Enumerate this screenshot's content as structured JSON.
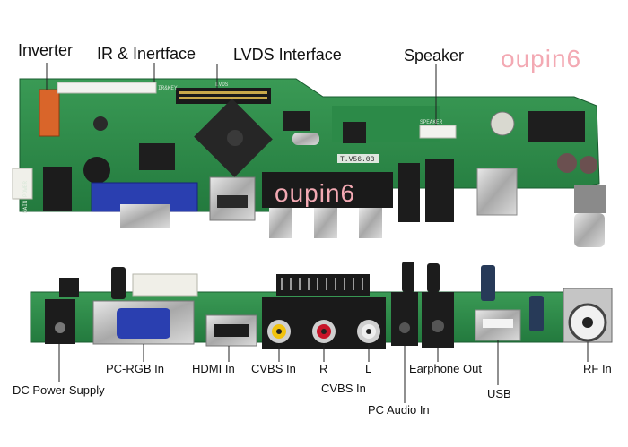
{
  "top_labels": {
    "inverter": "Inverter",
    "ir_interface": "IR & Inertface",
    "lvds": "LVDS Interface",
    "speaker": "Speaker"
  },
  "bottom_labels": {
    "dc_power": "DC Power Supply",
    "pc_rgb": "PC-RGB In",
    "hdmi": "HDMI In",
    "cvbs_in": "CVBS In",
    "r": "R",
    "l": "L",
    "cvbs_in_2": "CVBS In",
    "pc_audio": "PC Audio In",
    "earphone": "Earphone Out",
    "usb": "USB",
    "rf": "RF In"
  },
  "watermark": "oupin6",
  "board_silkscreen": {
    "model": "T.V56.03",
    "lvds": "LVDS",
    "speaker": "SPEAKER",
    "ir_key": "IR&KEY",
    "main_power": "MAIN POWER"
  },
  "colors": {
    "pcb_green": "#2f8a4a",
    "pcb_dark": "#1f6b38",
    "vga_blue": "#2a3fb0",
    "watermark": "#f3a9b3"
  }
}
